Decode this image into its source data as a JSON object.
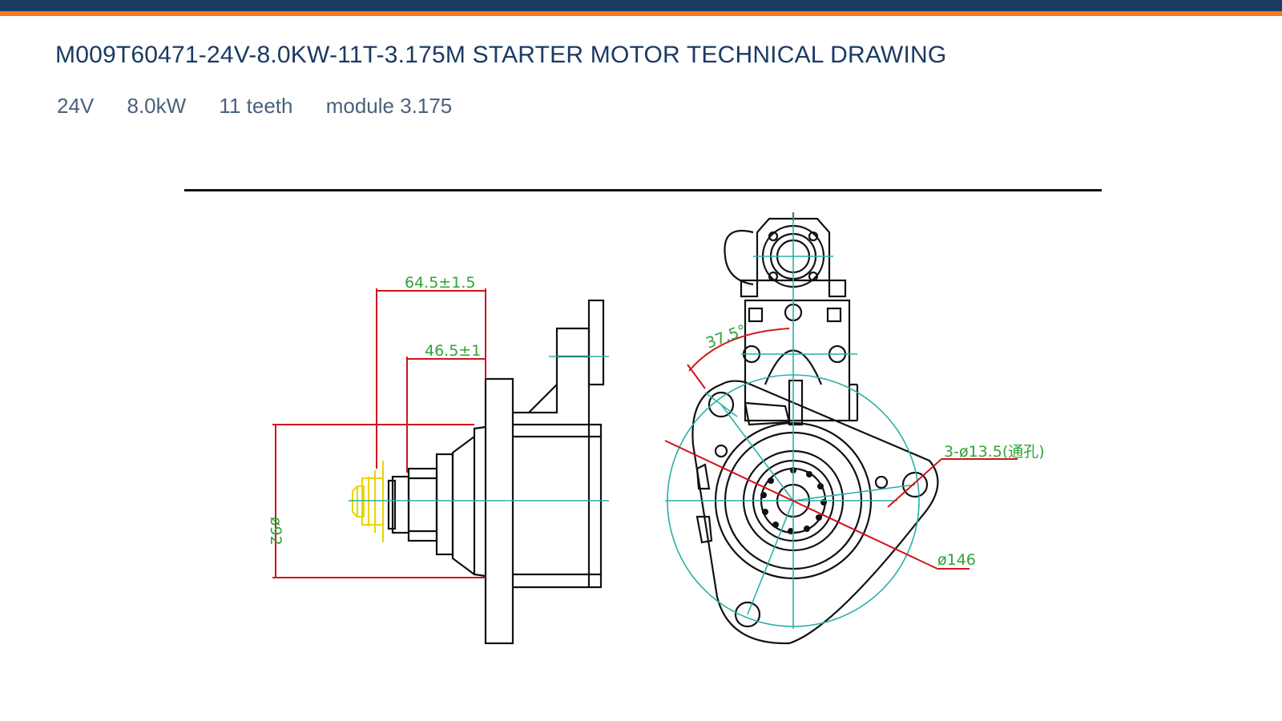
{
  "header": {
    "title": "M009T60471-24V-8.0KW-11T-3.175M STARTER MOTOR TECHNICAL DRAWING",
    "specs": [
      "24V",
      "8.0kW",
      "11 teeth",
      "module 3.175"
    ]
  },
  "drawing": {
    "dimensions": {
      "d1": "64.5±1.5",
      "d2": "46.5±1",
      "d3": "ø92",
      "angle": "37.5°",
      "holes": "3-ø13.5(通孔)",
      "d4": "ø146"
    }
  },
  "colors": {
    "navy": "#1b3a63",
    "orange": "#f47b20",
    "dimension": "#2fa33a",
    "leader": "#d0141c",
    "centerline": "#2bb0a6"
  }
}
